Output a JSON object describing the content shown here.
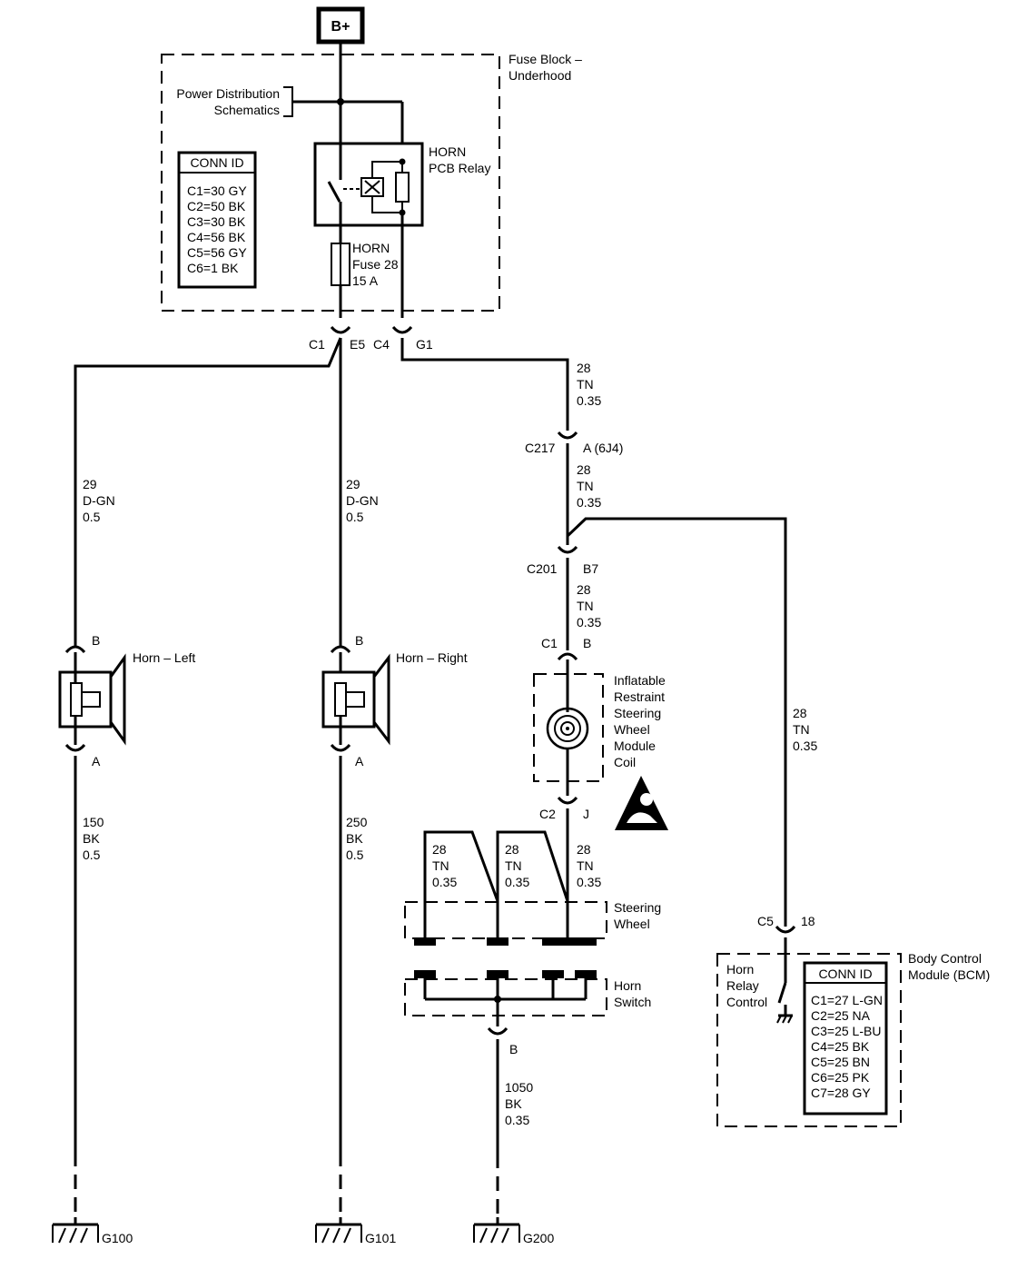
{
  "power": {
    "label": "B+"
  },
  "fuse_block": {
    "label_line1": "Fuse Block –",
    "label_line2": "Underhood"
  },
  "power_dist": {
    "line1": "Power Distribution",
    "line2": "Schematics"
  },
  "fuse_conn": {
    "title": "CONN ID",
    "items": [
      "C1=30 GY",
      "C2=50 BK",
      "C3=30 BK",
      "C4=56 BK",
      "C5=56 GY",
      "C6=1 BK"
    ]
  },
  "relay": {
    "line1": "HORN",
    "line2": "PCB Relay"
  },
  "fuse": {
    "line1": "HORN",
    "line2": "Fuse 28",
    "line3": "15 A"
  },
  "fuse_connectors": {
    "c1": "C1",
    "e5": "E5",
    "c4": "C4",
    "g1": "G1"
  },
  "wires": {
    "left_feed": {
      "circuit": "29",
      "color": "D-GN",
      "size": "0.5"
    },
    "right_feed": {
      "circuit": "29",
      "color": "D-GN",
      "size": "0.5"
    },
    "tn_top": {
      "circuit": "28",
      "color": "TN",
      "size": "0.35"
    },
    "tn_c217": {
      "circuit": "28",
      "color": "TN",
      "size": "0.35"
    },
    "tn_c201": {
      "circuit": "28",
      "color": "TN",
      "size": "0.35"
    },
    "tn_bcm": {
      "circuit": "28",
      "color": "TN",
      "size": "0.35"
    },
    "tn_sw1": {
      "circuit": "28",
      "color": "TN",
      "size": "0.35"
    },
    "tn_sw2": {
      "circuit": "28",
      "color": "TN",
      "size": "0.35"
    },
    "tn_sw3": {
      "circuit": "28",
      "color": "TN",
      "size": "0.35"
    },
    "left_ground": {
      "circuit": "150",
      "color": "BK",
      "size": "0.5"
    },
    "right_ground": {
      "circuit": "250",
      "color": "BK",
      "size": "0.5"
    },
    "switch_ground": {
      "circuit": "1050",
      "color": "BK",
      "size": "0.35"
    }
  },
  "c217": {
    "name": "C217",
    "pin": "A (6J4)"
  },
  "c201": {
    "name": "C201",
    "pin": "B7"
  },
  "horn_left": {
    "label": "Horn – Left",
    "pin_top": "B",
    "pin_bottom": "A"
  },
  "horn_right": {
    "label": "Horn – Right",
    "pin_top": "B",
    "pin_bottom": "A"
  },
  "coil": {
    "c1": "C1",
    "c1_pin": "B",
    "c2": "C2",
    "c2_pin": "J",
    "label": [
      "Inflatable",
      "Restraint",
      "Steering",
      "Wheel",
      "Module",
      "Coil"
    ]
  },
  "steering_wheel": {
    "line1": "Steering",
    "line2": "Wheel"
  },
  "horn_switch": {
    "line1": "Horn",
    "line2": "Switch",
    "pin": "B"
  },
  "bcm": {
    "c5": "C5",
    "pin": "18",
    "label_line1": "Body Control",
    "label_line2": "Module (BCM)",
    "control_line1": "Horn",
    "control_line2": "Relay",
    "control_line3": "Control",
    "conn_title": "CONN ID",
    "items": [
      "C1=27 L-GN",
      "C2=25 NA",
      "C3=25 L-BU",
      "C4=25 BK",
      "C5=25 BN",
      "C6=25 PK",
      "C7=28 GY"
    ]
  },
  "grounds": {
    "g100": "G100",
    "g101": "G101",
    "g200": "G200"
  }
}
